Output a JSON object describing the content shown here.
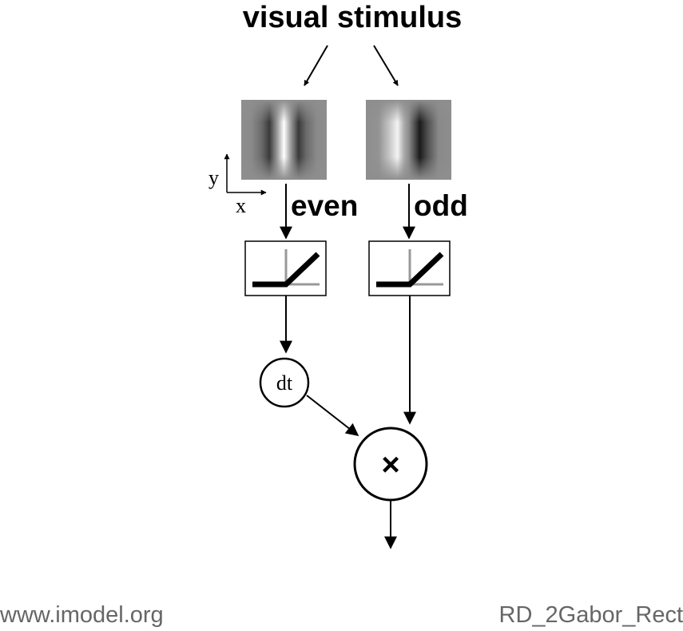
{
  "title": "visual stimulus",
  "filters": [
    {
      "label": "even",
      "kind": "even"
    },
    {
      "label": "odd",
      "kind": "odd"
    }
  ],
  "axes": {
    "x": "x",
    "y": "y"
  },
  "delay_node": {
    "label": "dt"
  },
  "multiply_node": {
    "symbol": "×"
  },
  "footer": {
    "left": "www.imodel.org",
    "right": "RD_2Gabor_Rect"
  },
  "colors": {
    "line": "#000000",
    "rectifier_axis": "#999999",
    "footer": "#666666"
  }
}
